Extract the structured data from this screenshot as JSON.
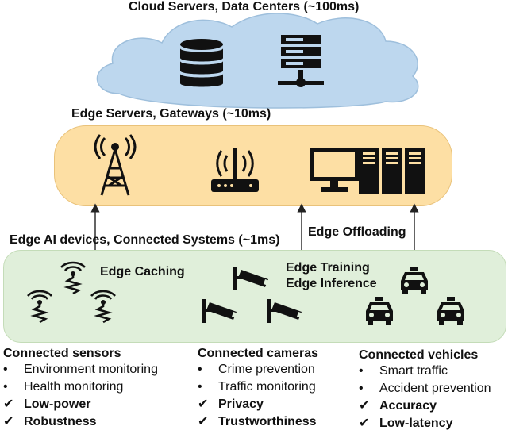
{
  "layers": {
    "cloud": {
      "label": "Cloud Servers, Data Centers (~100ms)"
    },
    "edge": {
      "label": "Edge Servers, Gateways (~10ms)"
    },
    "devices": {
      "label": "Edge AI devices, Connected Systems (~1ms)"
    }
  },
  "annotations": {
    "edge_caching": "Edge Caching",
    "edge_training": "Edge Training",
    "edge_inference": "Edge Inference",
    "edge_offloading": "Edge Offloading"
  },
  "icons": {
    "cloud": [
      "database-icon",
      "server-rack-icon"
    ],
    "edge": [
      "cell-tower-icon",
      "router-icon",
      "monitor-icon",
      "server-icon"
    ],
    "devices": [
      "sensor-icon",
      "camera-icon",
      "car-icon"
    ]
  },
  "colors": {
    "cloud_fill": "#bdd7ee",
    "edge_fill": "#fddfa4",
    "device_fill": "#e0efda",
    "icon": "#111111"
  },
  "columns": [
    {
      "title": "Connected sensors",
      "bullets": [
        "Environment monitoring",
        "Health monitoring"
      ],
      "checks": [
        "Low-power",
        "Robustness"
      ]
    },
    {
      "title": "Connected cameras",
      "bullets": [
        "Crime prevention",
        "Traffic monitoring"
      ],
      "checks": [
        "Privacy",
        "Trustworthiness"
      ]
    },
    {
      "title": "Connected vehicles",
      "bullets": [
        "Smart traffic",
        "Accident prevention"
      ],
      "checks": [
        "Accuracy",
        "Low-latency"
      ]
    }
  ]
}
